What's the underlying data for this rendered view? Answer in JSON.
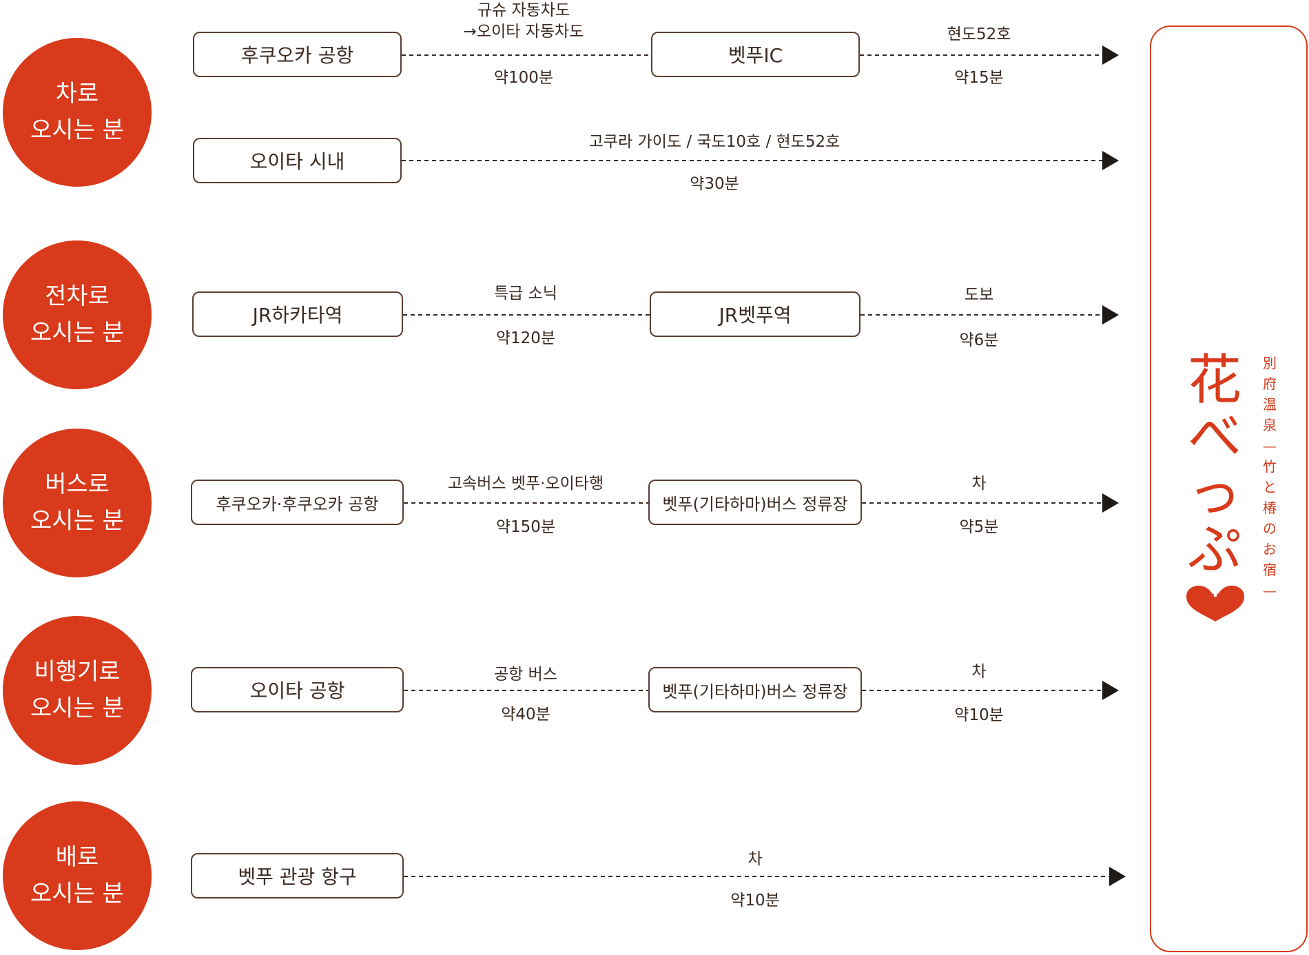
{
  "modes": {
    "car": [
      "차로",
      "오시는 분"
    ],
    "train": [
      "전차로",
      "오시는 분"
    ],
    "bus": [
      "버스로",
      "오시는 분"
    ],
    "plane": [
      "비행기로",
      "오시는 분"
    ],
    "ship": [
      "배로",
      "오시는 분"
    ]
  },
  "routes": {
    "car1": {
      "from": "후쿠오카 공항",
      "leg1_top": [
        "규슈 자동차도",
        "→오이타 자동차도"
      ],
      "leg1_time": "약100분",
      "via": "벳푸IC",
      "leg2_top": "현도52호",
      "leg2_time": "약15분"
    },
    "car2": {
      "from": "오이타 시내",
      "top": "고쿠라 가이도 / 국도10호 / 현도52호",
      "time": "약30분"
    },
    "train": {
      "from": "JR하카타역",
      "leg1_top": "특급 소닉",
      "leg1_time": "약120분",
      "via": "JR벳푸역",
      "leg2_top": "도보",
      "leg2_time": "약6분"
    },
    "bus": {
      "from": "후쿠오카·후쿠오카 공항",
      "leg1_top": "고속버스 벳푸·오이타행",
      "leg1_time": "약150분",
      "via": "벳푸(기타하마)버스 정류장",
      "leg2_top": "차",
      "leg2_time": "약5분"
    },
    "plane": {
      "from": "오이타 공항",
      "leg1_top": "공항 버스",
      "leg1_time": "약40분",
      "via": "벳푸(기타하마)버스 정류장",
      "leg2_top": "차",
      "leg2_time": "약10분"
    },
    "ship": {
      "from": "벳푸 관광 항구",
      "top": "차",
      "time": "약10분"
    }
  },
  "destination": {
    "logo_chars": [
      "花",
      "べ",
      "っ",
      "ぷ"
    ],
    "tagline_chars": [
      "別",
      "府",
      "温",
      "泉",
      "—",
      "竹",
      "と",
      "椿",
      "の",
      "お",
      "宿",
      "—"
    ]
  },
  "colors": {
    "accent": "#d83a1b",
    "line": "#3a2a22"
  }
}
